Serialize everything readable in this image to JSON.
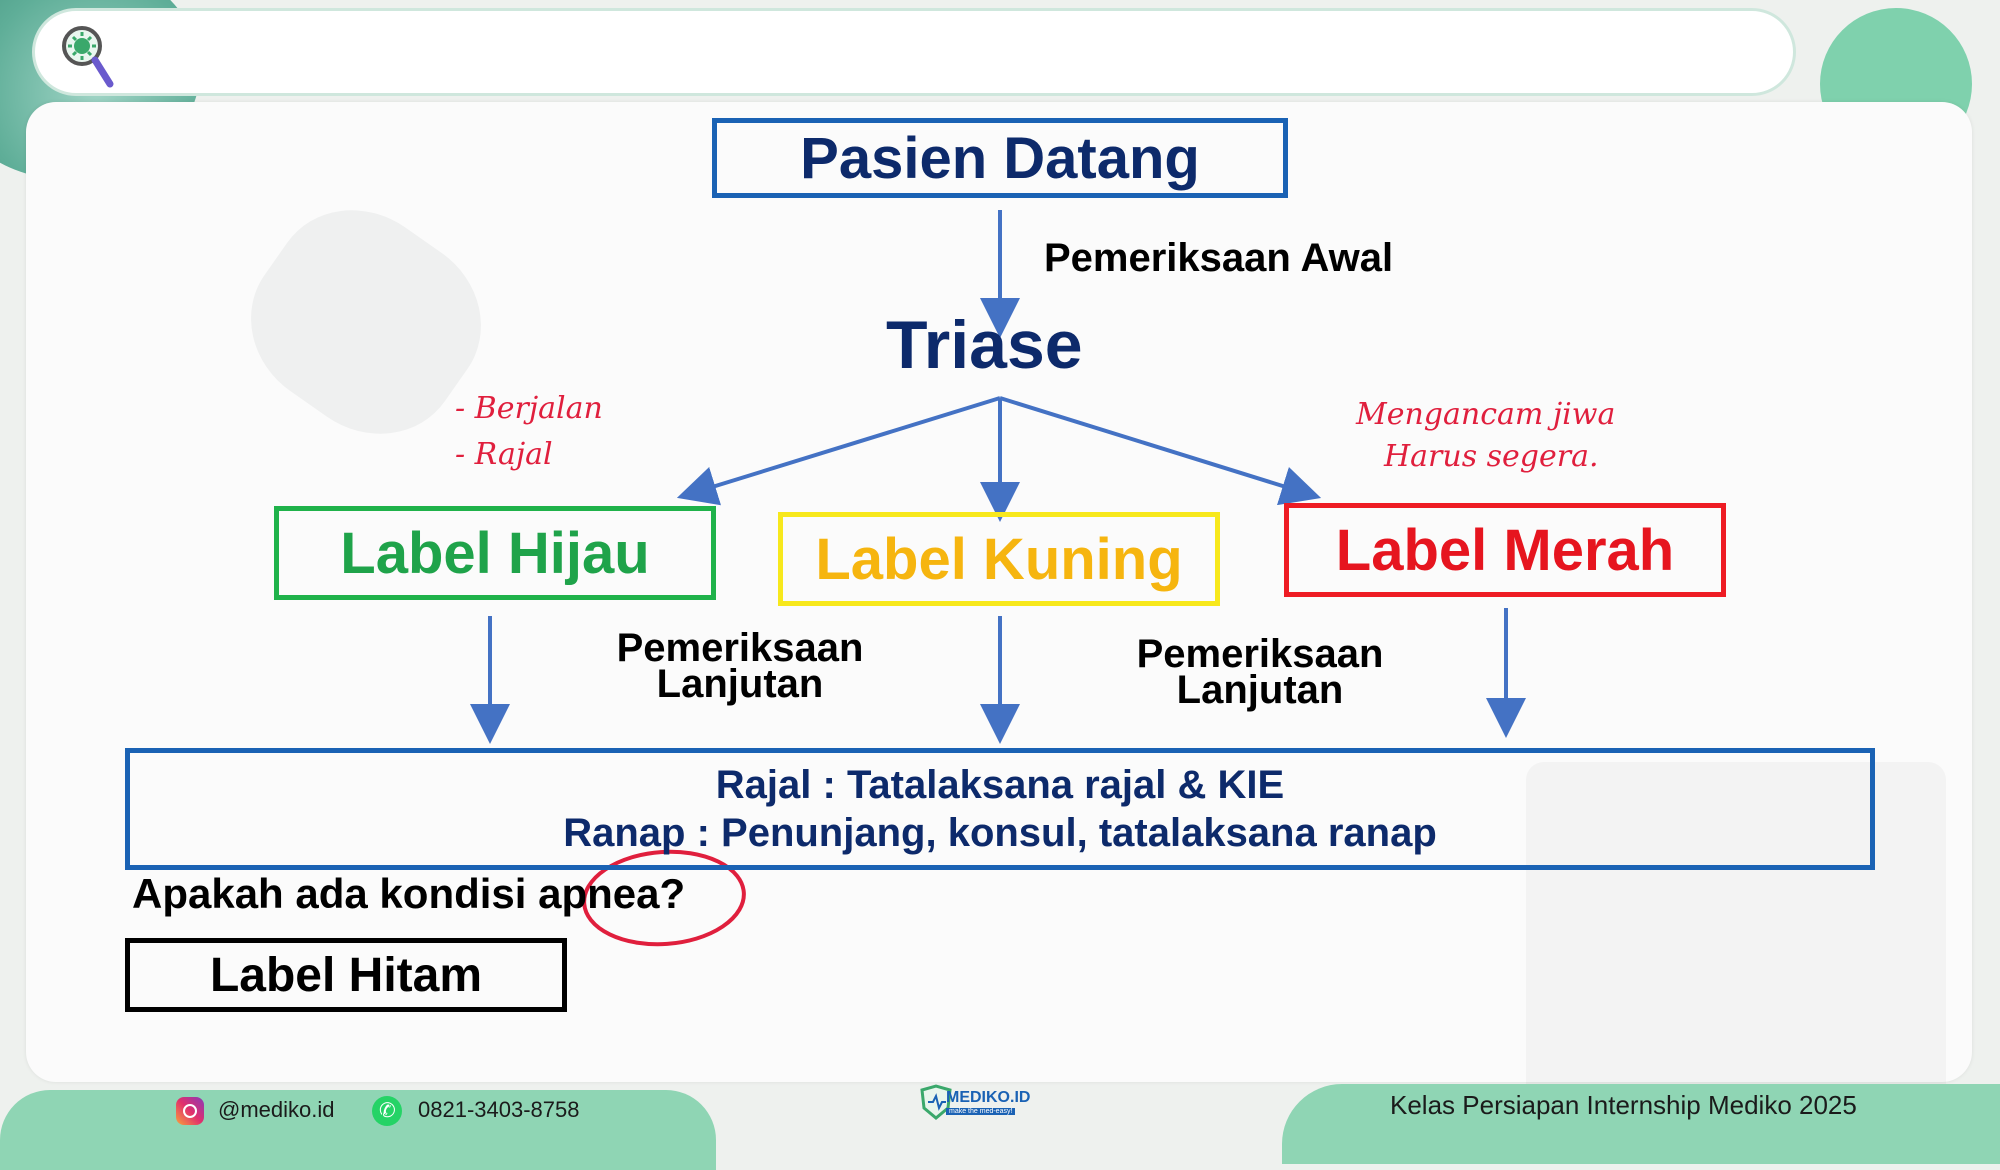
{
  "search_bar": {
    "icon": "search-virus-icon"
  },
  "diagram": {
    "start": "Pasien Datang",
    "step1": "Pemeriksaan Awal",
    "triage": "Triase",
    "green_label": "Label Hijau",
    "yellow_label": "Label Kuning",
    "red_label": "Label Merah",
    "next_exam_1_line1": "Pemeriksaan",
    "next_exam_1_line2": "Lanjutan",
    "next_exam_2_line1": "Pemeriksaan",
    "next_exam_2_line2": "Lanjutan",
    "management_line1": "Rajal : Tatalaksana rajal & KIE",
    "management_line2": "Ranap : Penunjang, konsul, tatalaksana ranap",
    "question": "Apakah ada kondisi apnea?",
    "black_label": "Label Hitam"
  },
  "annotations": {
    "green_note_1": "- Berjalan",
    "green_note_2": "- Rajal",
    "red_note_1": "Mengancam jiwa",
    "red_note_2": "Harus segera."
  },
  "footer": {
    "instagram": "@mediko.id",
    "whatsapp": "0821-3403-8758",
    "logo": "MEDIKO.ID",
    "logo_tagline": "make the med-easy!",
    "course": "Kelas Persiapan Internship Mediko 2025"
  },
  "colors": {
    "navy": "#0d2a6b",
    "blue_border": "#1a62b4",
    "arrow": "#4472c4",
    "green": "#1fa34a",
    "yellow": "#f6b50f",
    "red": "#e6151f",
    "footer_green": "#8fd5b4"
  }
}
